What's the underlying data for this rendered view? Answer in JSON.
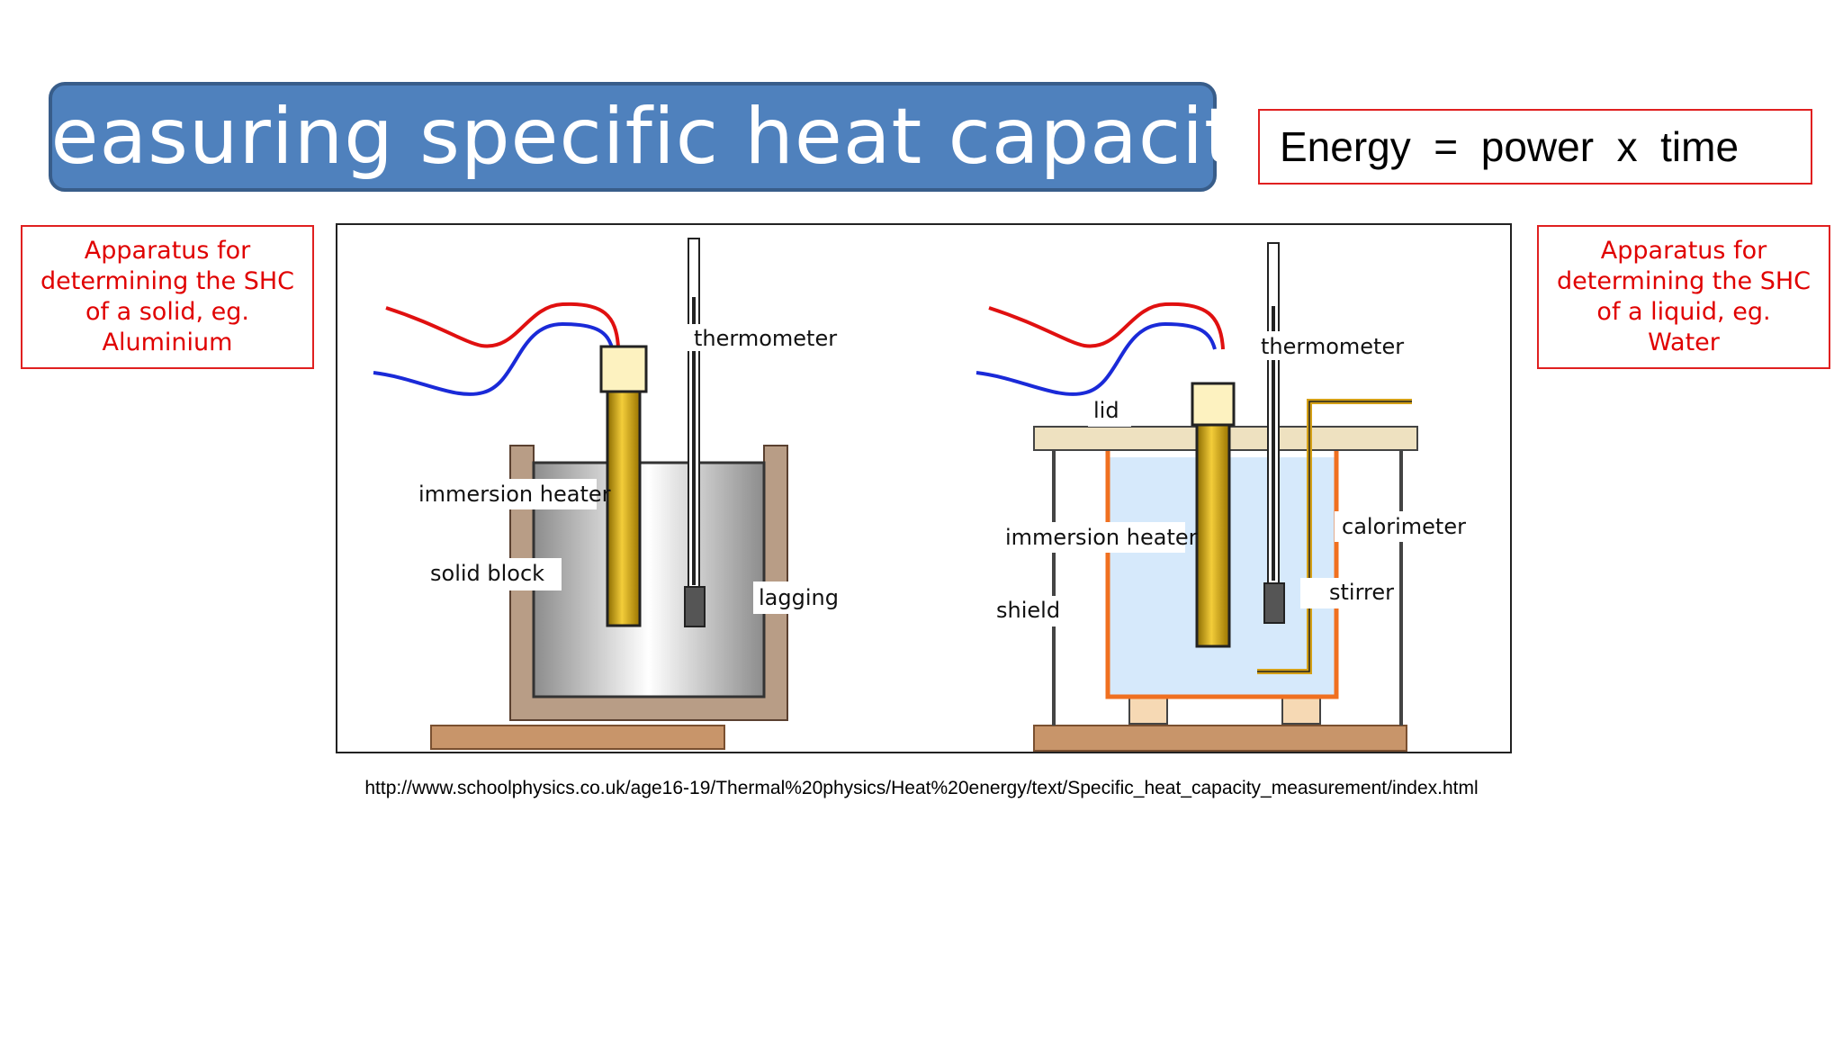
{
  "title": "Measuring specific heat capacity",
  "formula": "Energy  =  power  x  time",
  "notes": {
    "left": "Apparatus for\ndetermining the SHC\nof a solid,  eg.\nAluminium",
    "right": "Apparatus for\ndetermining the SHC\nof a liquid,  eg.\nWater"
  },
  "solid_diagram": {
    "labels": {
      "thermometer": "thermometer",
      "heater": "immersion heater",
      "block": "solid block",
      "lagging": "lagging"
    }
  },
  "liquid_diagram": {
    "labels": {
      "thermometer": "thermometer",
      "lid": "lid",
      "heater": "immersion heater",
      "calorimeter": "calorimeter",
      "stirrer": "stirrer",
      "shield": "shield"
    }
  },
  "source_url": "http://www.schoolphysics.co.uk/age16-19/Thermal%20physics/Heat%20energy/text/Specific_heat_capacity_measurement/index.html",
  "colors": {
    "banner": "#4f81bd",
    "note_red": "#e00000",
    "heater_gold": "#d4a017",
    "water_blue": "#d6e9fb",
    "calorimeter_orange": "#f07020",
    "wood": "#c8956a"
  }
}
